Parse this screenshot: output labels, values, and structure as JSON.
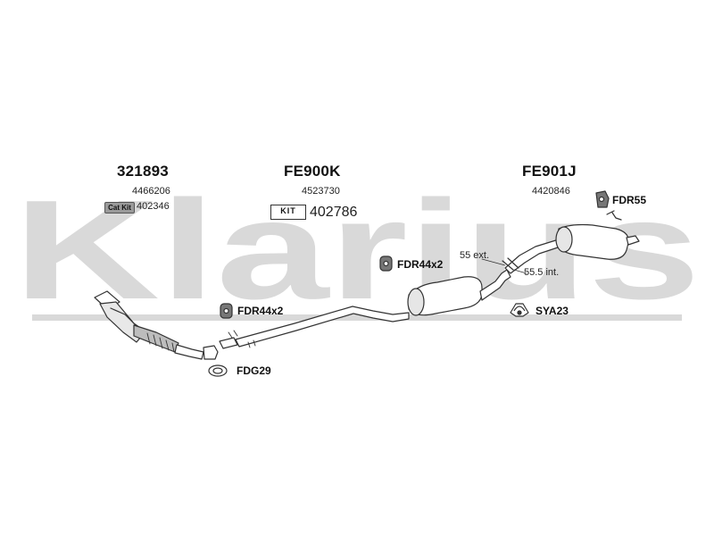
{
  "watermark": {
    "text": "Klarius",
    "color": "#d9d9d9"
  },
  "groups": {
    "front": {
      "code": "321893",
      "number": "4466206",
      "badge": "Cat Kit",
      "badge_number": "402346"
    },
    "middle": {
      "code": "FE900K",
      "number": "4523730",
      "badge": "KIT",
      "badge_number": "402786"
    },
    "rear": {
      "code": "FE901J",
      "number": "4420846"
    }
  },
  "fittings": {
    "fdr55": "FDR55",
    "fdr44x2_mid": "FDR44x2",
    "fdr44x2_left": "FDR44x2",
    "sya23": "SYA23",
    "fdg29": "FDG29"
  },
  "annotations": {
    "ext": "55 ext.",
    "int": "55.5 int."
  },
  "icons": [
    "rubber-mount-icon",
    "clamp-icon",
    "gasket-icon"
  ],
  "colors": {
    "line": "#333333",
    "part_fill": "#ffffff",
    "shade": "#cfcfcf"
  }
}
